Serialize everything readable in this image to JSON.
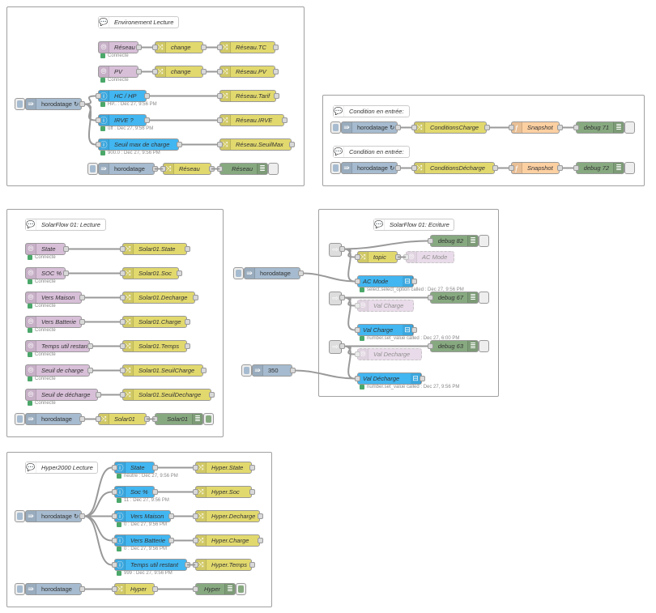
{
  "colors": {
    "inject": "#a6bbcf",
    "change": "#e2d96e",
    "mqtt": "#d8bfd8",
    "info": "#41b6f1",
    "debug": "#87a980",
    "function": "#fdd0a2",
    "action": "#41b6f1",
    "junction": "#dddddd",
    "status_ok": "#4ba86a",
    "wire": "#999999"
  },
  "groups": [
    {
      "id": "g1",
      "nodes": [
        {
          "id": "c1",
          "type": "comment",
          "label": "Environement Lecture"
        },
        {
          "id": "m1",
          "type": "mqtt",
          "label": "Réseau",
          "status": "Connecté"
        },
        {
          "id": "ch1",
          "type": "change",
          "label": "change"
        },
        {
          "id": "ch2",
          "type": "change",
          "label": "Réseau.TC"
        },
        {
          "id": "m2",
          "type": "mqtt",
          "label": "PV",
          "status": "Connecté"
        },
        {
          "id": "ch3",
          "type": "change",
          "label": "change"
        },
        {
          "id": "ch4",
          "type": "change",
          "label": "Réseau.PV"
        },
        {
          "id": "i1",
          "type": "inject",
          "label": "horodatage ↻"
        },
        {
          "id": "h1",
          "type": "info",
          "label": "HC / HP",
          "status": "HP.. : Dec 27, 9:56 PM"
        },
        {
          "id": "ch5",
          "type": "change",
          "label": "Réseau.Tarif"
        },
        {
          "id": "h2",
          "type": "info",
          "label": "IRVE ?",
          "status": "off : Dec 27, 9:56 PM"
        },
        {
          "id": "ch6",
          "type": "change",
          "label": "Réseau.IRVE"
        },
        {
          "id": "h3",
          "type": "info",
          "label": "Seuil max de charge",
          "status": "900.0 : Dec 27, 9:56 PM"
        },
        {
          "id": "ch7",
          "type": "change",
          "label": "Réseau.SeuilMax"
        },
        {
          "id": "i2",
          "type": "inject",
          "label": "horodatage"
        },
        {
          "id": "ch8",
          "type": "change",
          "label": "Réseau"
        },
        {
          "id": "d1",
          "type": "debug",
          "label": "Réseau"
        }
      ]
    },
    {
      "id": "g2",
      "nodes": [
        {
          "id": "c2",
          "type": "comment",
          "label": "Condition en entrée:"
        },
        {
          "id": "i3",
          "type": "inject",
          "label": "horodatage ↻"
        },
        {
          "id": "ch9",
          "type": "change",
          "label": "ConditionsCharge"
        },
        {
          "id": "f1",
          "type": "function",
          "label": "Snapshot"
        },
        {
          "id": "d2",
          "type": "debug",
          "label": "debug 71"
        },
        {
          "id": "c3",
          "type": "comment",
          "label": "Condition en entrée:"
        },
        {
          "id": "i4",
          "type": "inject",
          "label": "horodatage ↻"
        },
        {
          "id": "ch10",
          "type": "change",
          "label": "ConditionsDécharge"
        },
        {
          "id": "f2",
          "type": "function",
          "label": "Snapshot"
        },
        {
          "id": "d3",
          "type": "debug",
          "label": "debug 72"
        }
      ]
    },
    {
      "id": "g3",
      "nodes": [
        {
          "id": "c4",
          "type": "comment",
          "label": "SolarFlow 01: Lecture"
        },
        {
          "id": "s1",
          "type": "mqtt",
          "label": "State",
          "status": "Connecté"
        },
        {
          "id": "sc1",
          "type": "change",
          "label": "Solar01.State"
        },
        {
          "id": "s2",
          "type": "mqtt",
          "label": "SOC %",
          "status": "Connecté"
        },
        {
          "id": "sc2",
          "type": "change",
          "label": "Solar01.Soc"
        },
        {
          "id": "s3",
          "type": "mqtt",
          "label": "Vers Maison",
          "status": "Connecté"
        },
        {
          "id": "sc3",
          "type": "change",
          "label": "Solar01.Decharge"
        },
        {
          "id": "s4",
          "type": "mqtt",
          "label": "Vers Batterie",
          "status": "Connecté"
        },
        {
          "id": "sc4",
          "type": "change",
          "label": "Solar01.Charge"
        },
        {
          "id": "s5",
          "type": "mqtt",
          "label": "Temps util restant",
          "status": "Connecté"
        },
        {
          "id": "sc5",
          "type": "change",
          "label": "Solar01.Temps"
        },
        {
          "id": "s6",
          "type": "mqtt",
          "label": "Seuil de charge",
          "status": "Connecté"
        },
        {
          "id": "sc6",
          "type": "change",
          "label": "Solar01.SeuilCharge"
        },
        {
          "id": "s7",
          "type": "mqtt",
          "label": "Seuil de décharge",
          "status": "Connecté"
        },
        {
          "id": "sc7",
          "type": "change",
          "label": "Solar01.SeuilDecharge"
        },
        {
          "id": "i5",
          "type": "inject",
          "label": "horodatage"
        },
        {
          "id": "sc8",
          "type": "change",
          "label": "Solar01"
        },
        {
          "id": "d4",
          "type": "debug",
          "label": "Solar01"
        }
      ]
    },
    {
      "id": "g4",
      "nodes": [
        {
          "id": "c5",
          "type": "comment",
          "label": "SolarFlow 01: Ecriture"
        },
        {
          "id": "j1",
          "type": "junction",
          "label": ""
        },
        {
          "id": "d5",
          "type": "debug",
          "label": "debug 82"
        },
        {
          "id": "w1",
          "type": "change",
          "label": "topic"
        },
        {
          "id": "x1",
          "type": "mqtt",
          "label": "AC Mode",
          "disabled": true
        },
        {
          "id": "a1",
          "type": "action",
          "label": "AC Mode",
          "status": "select.select_option called : Dec 27, 9:56 PM"
        },
        {
          "id": "j2",
          "type": "junction",
          "label": ""
        },
        {
          "id": "d6",
          "type": "debug",
          "label": "debug 67"
        },
        {
          "id": "x2",
          "type": "mqtt",
          "label": "Val Charge",
          "disabled": true
        },
        {
          "id": "a2",
          "type": "action",
          "label": "Val Charge",
          "status": "number.set_value called : Dec 27, 6:00 PM"
        },
        {
          "id": "j3",
          "type": "junction",
          "label": ""
        },
        {
          "id": "d7",
          "type": "debug",
          "label": "debug 63"
        },
        {
          "id": "x3",
          "type": "mqtt",
          "label": "Val Decharge",
          "disabled": true
        },
        {
          "id": "a3",
          "type": "action",
          "label": "Val Décharge",
          "status": "number.set_value called : Dec 27, 9:56 PM"
        }
      ]
    },
    {
      "id": "g0",
      "nodes": [
        {
          "id": "i6",
          "type": "inject",
          "label": "horodatage"
        },
        {
          "id": "i7",
          "type": "inject",
          "label": "350"
        }
      ]
    },
    {
      "id": "g5",
      "nodes": [
        {
          "id": "c6",
          "type": "comment",
          "label": "Hyper2000 Lecture"
        },
        {
          "id": "i8",
          "type": "inject",
          "label": "horodatage ↻"
        },
        {
          "id": "y1",
          "type": "info",
          "label": "State",
          "status": "neutre : Dec 27, 9:56 PM"
        },
        {
          "id": "yc1",
          "type": "change",
          "label": "Hyper.State"
        },
        {
          "id": "y2",
          "type": "info",
          "label": "Soc %",
          "status": "11 : Dec 27, 9:56 PM"
        },
        {
          "id": "yc2",
          "type": "change",
          "label": "Hyper.Soc"
        },
        {
          "id": "y3",
          "type": "info",
          "label": "Vers Maison",
          "status": "0 : Dec 27, 9:56 PM"
        },
        {
          "id": "yc3",
          "type": "change",
          "label": "Hyper.Decharge"
        },
        {
          "id": "y4",
          "type": "info",
          "label": "Vers Batterie",
          "status": "0 : Dec 27, 9:56 PM"
        },
        {
          "id": "yc4",
          "type": "change",
          "label": "Hyper.Charge"
        },
        {
          "id": "y5",
          "type": "info",
          "label": "Temps util restant",
          "status": "999 : Dec 27, 9:56 PM"
        },
        {
          "id": "yc5",
          "type": "change",
          "label": "Hyper.Temps"
        },
        {
          "id": "i9",
          "type": "inject",
          "label": "horodatage"
        },
        {
          "id": "yc6",
          "type": "change",
          "label": "Hyper"
        },
        {
          "id": "d8",
          "type": "debug",
          "label": "Hyper"
        }
      ]
    }
  ]
}
